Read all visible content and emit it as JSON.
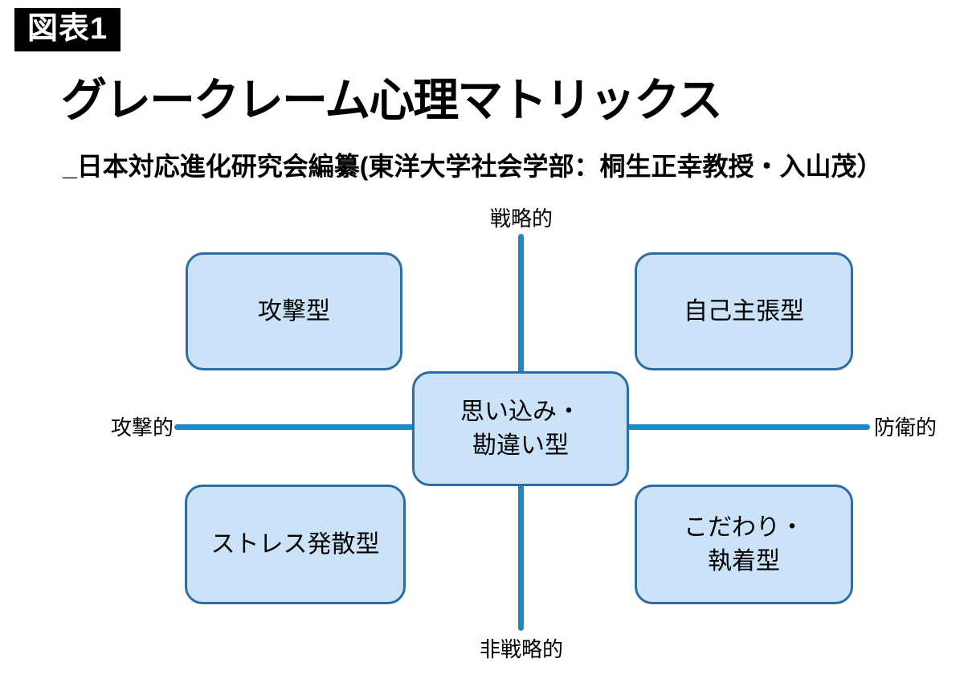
{
  "figure_label": "図表1",
  "title": "グレークレーム心理マトリックス",
  "subtitle": "_日本対応進化研究会編纂(東洋大学社会学部：桐生正幸教授・入山茂）",
  "matrix": {
    "axis_labels": {
      "top": "戦略的",
      "bottom": "非戦略的",
      "left": "攻撃的",
      "right": "防衛的"
    },
    "boxes": [
      {
        "id": "top-left",
        "lines": [
          "攻撃型"
        ]
      },
      {
        "id": "top-right",
        "lines": [
          "自己主張型"
        ]
      },
      {
        "id": "center",
        "lines": [
          "思い込み・",
          "勘違い型"
        ]
      },
      {
        "id": "bottom-left",
        "lines": [
          "ストレス発散型"
        ]
      },
      {
        "id": "bottom-right",
        "lines": [
          "こだわり・",
          "執着型"
        ]
      }
    ],
    "colors": {
      "axis_line": "#1F88C9",
      "box_fill": "#CBE3F8",
      "box_border": "#2E6DA4",
      "text": "#000000"
    }
  }
}
